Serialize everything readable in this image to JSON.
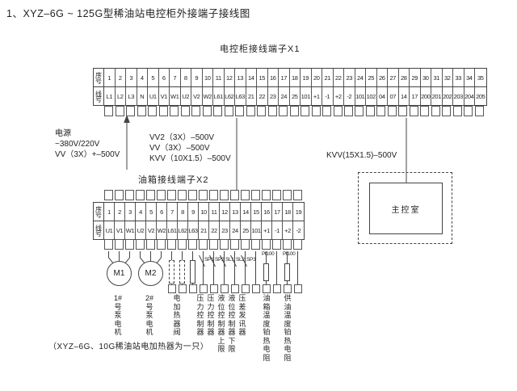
{
  "title": "1、XYZ–6G ~ 125G型稀油站电控柜外接端子接线图",
  "x1": {
    "label": "电控柜接线端子X1",
    "row_headers": [
      "序号",
      "线号"
    ],
    "numbers": [
      "1",
      "2",
      "3",
      "4",
      "5",
      "6",
      "7",
      "8",
      "9",
      "10",
      "11",
      "12",
      "13",
      "14",
      "15",
      "16",
      "17",
      "18",
      "19",
      "20",
      "21",
      "22",
      "23",
      "24",
      "25",
      "26",
      "27",
      "28",
      "29",
      "30",
      "31",
      "32",
      "33",
      "34",
      "35"
    ],
    "wires": [
      "L1",
      "L2",
      "L3",
      "N",
      "U1",
      "V1",
      "W1",
      "U2",
      "V2",
      "W2",
      "L61",
      "L62",
      "L63",
      "21",
      "22",
      "23",
      "24",
      "25",
      "101",
      "+1",
      "-1",
      "+2",
      "-2",
      "101",
      "102",
      "04",
      "07",
      "14",
      "17",
      "200",
      "201",
      "202",
      "203",
      "204",
      "205"
    ],
    "lug_groups": [
      4,
      19,
      12
    ]
  },
  "power": {
    "lines": "电源\n~380V/220V\nVV（3X）+–500V"
  },
  "cables": {
    "lines": "VV2（3X）–500V\nVV（3X）–500V\nKVV（10X1.5）–500V"
  },
  "control_room_cable": "KVV(15X1.5)–500V",
  "control_room": {
    "label": "主控室"
  },
  "x2": {
    "label": "油箱接线端子X2",
    "row_headers": [
      "序号",
      "线号"
    ],
    "numbers": [
      "1",
      "2",
      "3",
      "4",
      "5",
      "6",
      "7",
      "8",
      "9",
      "10",
      "11",
      "12",
      "13",
      "14",
      "15",
      "16",
      "17",
      "18",
      "19"
    ],
    "wires": [
      "U1",
      "V1",
      "W1",
      "U2",
      "V2",
      "W2",
      "L61",
      "L62",
      "L63",
      "21",
      "22",
      "23",
      "24",
      "25",
      "101",
      "+1",
      "-1",
      "+2",
      "-2"
    ]
  },
  "devices": {
    "m1": "M1",
    "m2": "M2",
    "sensor_tags": [
      "SP1",
      "SP2",
      "SL1",
      "SL2",
      "SP3"
    ],
    "rtd_tags": [
      "Pt100",
      "Pt100"
    ],
    "labels": [
      "1#\n号\n泵\n电\n机",
      "2#\n号\n泵\n电\n机",
      "电\n加\n热\n器\n阀",
      "压\n力\n控\n制\n器",
      "压\n力\n控\n制\n器",
      "液\n位\n控\n制\n器\n上\n限",
      "液\n位\n控\n制\n器\n下\n限",
      "压\n差\n发\n讯\n器",
      "油\n箱\n温\n度\n铂\n热\n电\n阻",
      "供\n油\n温\n度\n铂\n热\n电\n阻"
    ]
  },
  "note": "（XYZ–6G、10G稀油站电加热器为一只）"
}
